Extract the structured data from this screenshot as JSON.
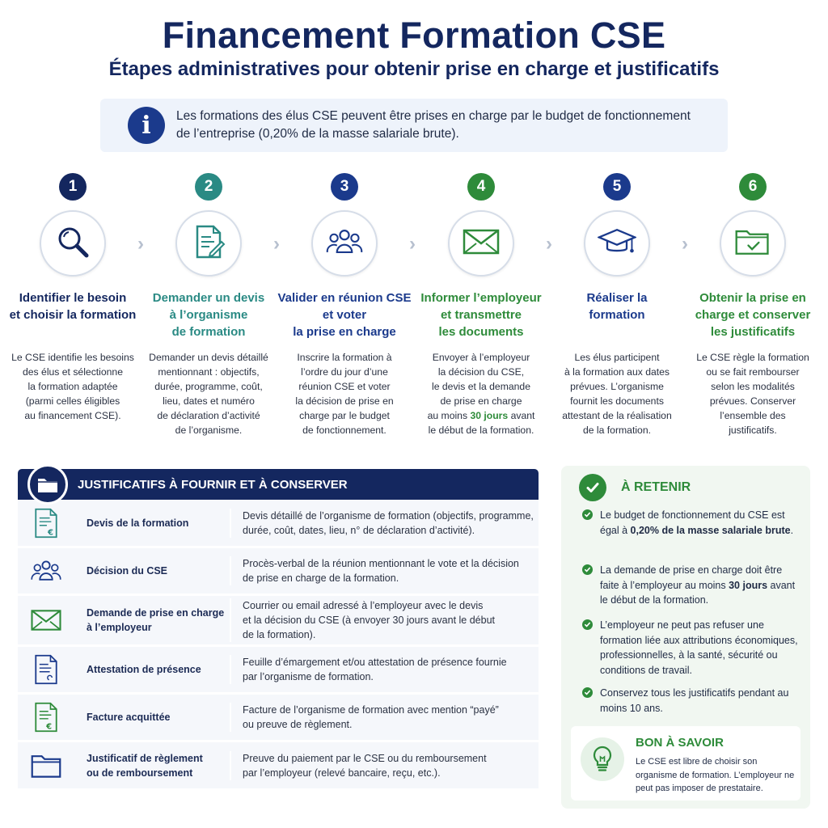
{
  "header": {
    "title": "Financement Formation CSE",
    "subtitle": "Étapes administratives pour obtenir prise en charge et justificatifs"
  },
  "info": {
    "icon": "info-icon",
    "text_line1": "Les formations des élus CSE peuvent être prises en charge par le budget de fonctionnement",
    "text_line2": "de l’entreprise (0,20% de la masse salariale brute)."
  },
  "steps": [
    {
      "number": "1",
      "color": "#14275f",
      "icon": "magnifier-icon",
      "title": [
        "Identifier le besoin",
        "et choisir la formation"
      ],
      "desc": [
        "Le CSE identifie les besoins",
        "des élus et sélectionne",
        "la formation adaptée",
        "(parmi celles éligibles",
        "au financement CSE)."
      ]
    },
    {
      "number": "2",
      "color": "#2a8a84",
      "icon": "document-pen-icon",
      "title": [
        "Demander un devis",
        "à l’organisme",
        "de formation"
      ],
      "desc": [
        "Demander un devis détaillé",
        "mentionnant : objectifs,",
        "durée, programme, coût,",
        "lieu, dates et numéro",
        "de déclaration d’activité",
        "de l’organisme."
      ]
    },
    {
      "number": "3",
      "color": "#1b3a8c",
      "icon": "group-icon",
      "title": [
        "Valider en réunion CSE",
        "et voter",
        "la prise en charge"
      ],
      "desc": [
        "Inscrire la formation à",
        "l’ordre du jour d’une",
        "réunion CSE et voter",
        "la décision de prise en",
        "charge par le budget",
        "de fonctionnement."
      ]
    },
    {
      "number": "4",
      "color": "#2e8b3a",
      "icon": "envelope-icon",
      "title": [
        "Informer l’employeur",
        "et transmettre",
        "les documents"
      ],
      "desc_pre": [
        "Envoyer à l’employeur",
        "la décision du CSE,",
        "le devis et la demande",
        "de prise en charge"
      ],
      "desc_hl_pre": "au moins ",
      "desc_hl": "30 jours",
      "desc_hl_post": " avant",
      "desc_post": "le début de la formation."
    },
    {
      "number": "5",
      "color": "#1b3a8c",
      "icon": "graduation-cap-icon",
      "title": [
        "Réaliser la",
        "formation"
      ],
      "desc": [
        "Les élus participent",
        "à la formation aux dates",
        "prévues. L’organisme",
        "fournit les documents",
        "attestant de la réalisation",
        "de la formation."
      ]
    },
    {
      "number": "6",
      "color": "#2e8b3a",
      "icon": "folder-check-icon",
      "title": [
        "Obtenir la prise en",
        "charge et conserver",
        "les justificatifs"
      ],
      "desc": [
        "Le CSE règle la formation",
        "ou se fait rembourser",
        "selon les modalités",
        "prévues. Conserver",
        "l’ensemble des",
        "justificatifs."
      ]
    }
  ],
  "justificatifs": {
    "title": "JUSTIFICATIFS À FOURNIR ET À CONSERVER",
    "header_icon": "folder-icon",
    "rows": [
      {
        "icon": "euro-document-icon",
        "label": [
          "Devis de la formation"
        ],
        "desc": [
          "Devis détaillé de l’organisme de formation (objectifs, programme,",
          "durée, coût, dates, lieu, n° de déclaration d’activité)."
        ]
      },
      {
        "icon": "group-icon",
        "label": [
          "Décision du CSE"
        ],
        "desc": [
          "Procès-verbal de la réunion mentionnant le vote et la décision",
          "de prise en charge de la formation."
        ]
      },
      {
        "icon": "envelope-icon",
        "label": [
          "Demande de prise en charge",
          "à l’employeur"
        ],
        "desc": [
          "Courrier ou email adressé à l’employeur avec le devis",
          "et la décision du CSE (à envoyer 30 jours avant le début",
          "de la formation)."
        ]
      },
      {
        "icon": "certificate-icon",
        "label": [
          "Attestation de présence"
        ],
        "desc": [
          "Feuille d’émargement et/ou attestation de présence fournie",
          "par l’organisme de formation."
        ]
      },
      {
        "icon": "invoice-icon",
        "label": [
          "Facture acquittée"
        ],
        "desc": [
          "Facture de l’organisme de formation avec mention “payé”",
          "ou preuve de règlement."
        ]
      },
      {
        "icon": "folder-icon",
        "label": [
          "Justificatif de règlement",
          "ou de remboursement"
        ],
        "desc": [
          "Preuve du paiement par le CSE ou du remboursement",
          "par l’employeur (relevé bancaire, reçu, etc.)."
        ]
      }
    ]
  },
  "retenir": {
    "title": "À RETENIR",
    "icon": "check-circle-icon",
    "items": [
      {
        "pre": "Le budget de fonctionnement du CSE est égal à ",
        "bold": "0,20% de la masse salariale brute",
        "post": "."
      },
      {
        "pre": "La demande de prise en charge doit être faite à l’employeur au moins ",
        "bold": "30 jours",
        "post": " avant le début de la formation."
      },
      {
        "pre": "L’employeur ne peut pas refuser une formation liée aux attributions économiques, professionnelles, à la santé, sécurité ou conditions de travail.",
        "bold": "",
        "post": ""
      },
      {
        "pre": "Conservez tous les justificatifs pendant au moins 10 ans.",
        "bold": "",
        "post": ""
      }
    ]
  },
  "bon_a_savoir": {
    "title": "BON À SAVOIR",
    "icon": "lightbulb-icon",
    "text": "Le CSE est libre de choisir son organisme de formation. L’employeur ne peut pas imposer de prestataire."
  },
  "colors": {
    "navy": "#14275f",
    "blue": "#1b3a8c",
    "teal": "#2a8a84",
    "green": "#2e8b3a"
  }
}
